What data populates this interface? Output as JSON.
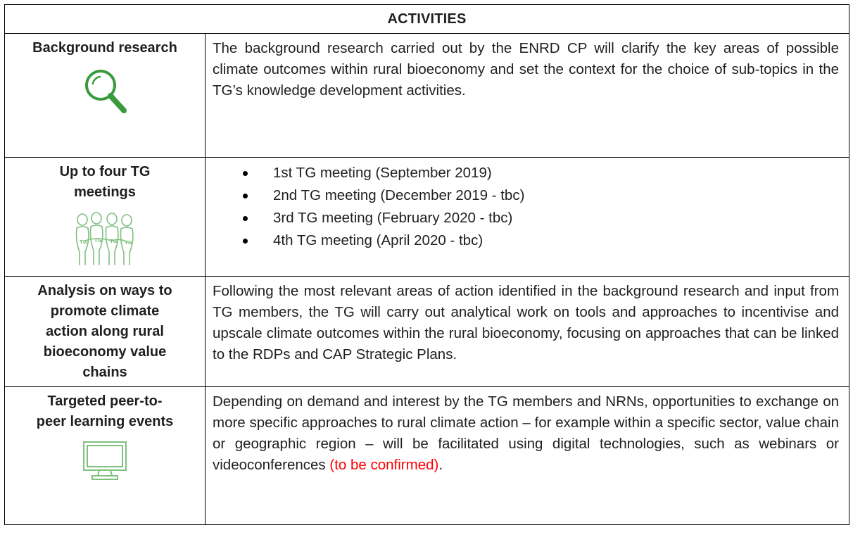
{
  "table": {
    "header": "ACTIVITIES",
    "rows": [
      {
        "title_lines": [
          "Background research"
        ],
        "icon": "magnifier-icon",
        "text": "The background research carried out by the ENRD CP will clarify the key areas of possible climate outcomes within rural bioeconomy and set the context for the choice of sub-topics in the TG’s knowledge development activities."
      },
      {
        "title_lines": [
          "Up to four TG",
          "meetings"
        ],
        "icon": "people-group-icon",
        "items": [
          "1st TG meeting (September 2019)",
          "2nd TG meeting (December 2019 - tbc)",
          "3rd TG meeting (February 2020 - tbc)",
          "4th TG meeting (April 2020 - tbc)"
        ]
      },
      {
        "title_lines": [
          "Analysis on ways to",
          "promote climate",
          "action along rural",
          "bioeconomy value",
          "chains"
        ],
        "text": "Following the most relevant areas of action identified in the background research and input from TG members, the TG will carry out analytical work on tools and approaches to incentivise and upscale climate outcomes within the rural bioeconomy, focusing on approaches that can be linked to the RDPs and CAP Strategic Plans."
      },
      {
        "title_lines": [
          "Targeted peer-to-",
          "peer learning events"
        ],
        "icon": "monitor-icon",
        "text": "Depending on demand and interest by the TG members and NRNs, opportunities to exchange on more specific approaches to rural climate action – for example within a specific sector, value chain or geographic region – will be facilitated using digital technologies, such as webinars or videoconferences",
        "text_highlight": "(to be confirmed)",
        "text_end": "."
      }
    ]
  },
  "colors": {
    "border": "#000000",
    "icon_green": "#3a9a3e",
    "icon_light_green": "#7fc07f",
    "highlight_red": "#ff0000"
  }
}
